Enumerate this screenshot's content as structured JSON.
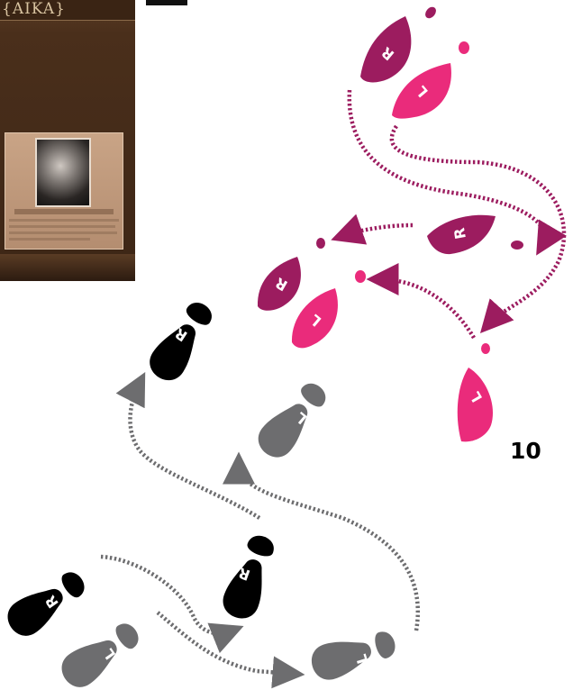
{
  "inset": {
    "logo_text": "AIKA"
  },
  "page_number": "10",
  "footprints": {
    "right_label": "R",
    "left_label": "L"
  },
  "colors": {
    "right_man": "#000000",
    "left_man": "#6d6d6f",
    "right_woman": "#9c1c5f",
    "left_woman": "#ea2b7b",
    "path_man": "#6d6d6f",
    "path_woman": "#9c1c5f"
  }
}
